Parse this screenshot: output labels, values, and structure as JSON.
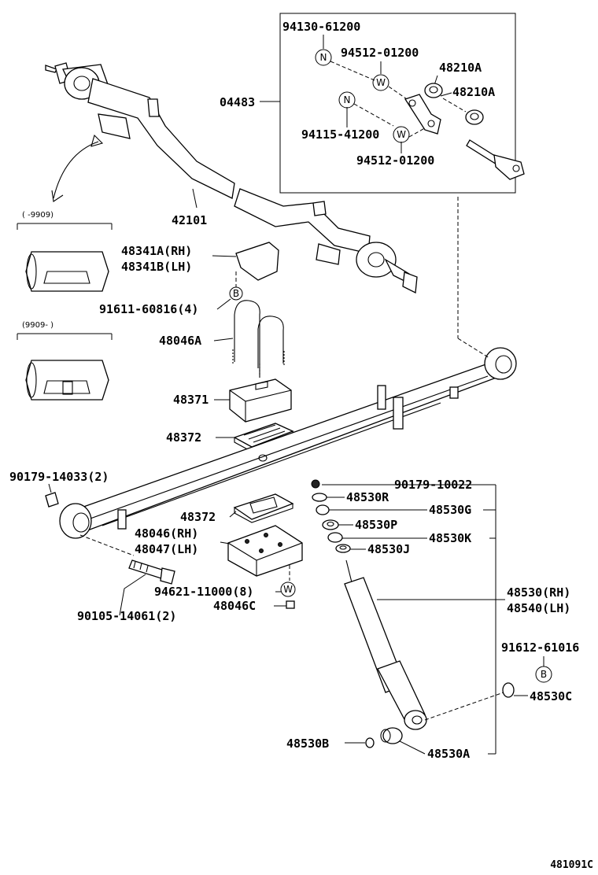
{
  "kit": {
    "label": "04483",
    "parts": {
      "p1": "94130-61200",
      "p2": "94512-01200",
      "p3": "48210A",
      "p4": "48210A",
      "p5": "94115-41200",
      "p6": "94512-01200"
    }
  },
  "symbols": {
    "n": "N",
    "w": "W",
    "b": "B"
  },
  "axle": "42101",
  "date_ranges": {
    "before": "(      -9909)",
    "after": "(9909-        )"
  },
  "bumper": {
    "rh": "48341A(RH)",
    "lh": "48341B(LH)",
    "bolt": "91611-60816(4)"
  },
  "ubolt": "48046A",
  "spacer": "48371",
  "pad_upper": "48372",
  "pad_lower": "48372",
  "spring_nut": "90179-14033(2)",
  "seat": {
    "rh": "48046(RH)",
    "lh": "48047(LH)"
  },
  "washer_nut": "94621-11000(8)",
  "seat_nut": "48046C",
  "spring_bolt": "90105-14061(2)",
  "shock_parts": {
    "nut": "90179-10022",
    "r": "48530R",
    "g": "48530G",
    "p": "48530P",
    "k": "48530K",
    "j": "48530J",
    "rh": "48530(RH)",
    "lh": "48540(LH)",
    "bolt": "91612-61016",
    "c": "48530C",
    "b": "48530B",
    "a": "48530A"
  },
  "figure_id": "481091C"
}
